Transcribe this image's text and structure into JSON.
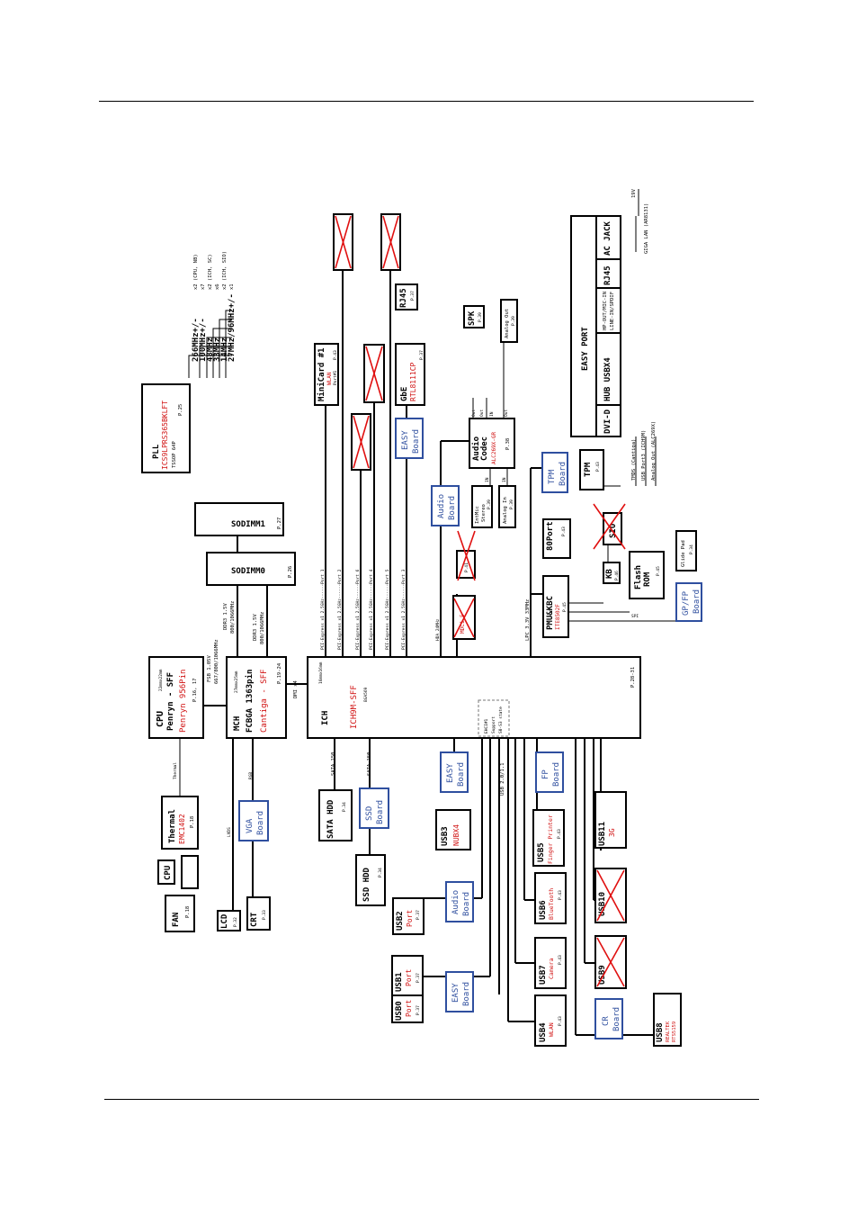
{
  "boxes": {
    "pll": {
      "title": "PLL",
      "part": "ICS9LPRS365BKLFT",
      "pkg": "TSSOP 64P",
      "page": "P.25"
    },
    "pll_clocks": [
      "266MHz+/-",
      "100MHz+/-",
      "48MHz",
      "33MHz",
      "14MHz",
      "27MHz/96MHz+/-"
    ],
    "pll_clock_notes": [
      "x2 (CPU, NB)",
      "x7",
      "x2 (ICH, SC)",
      "x6",
      "x2 (ICH, SIO)",
      "x1"
    ],
    "cpu": {
      "title": "CPU",
      "sub": "Penryn - SFF",
      "size": "22mmx22mm",
      "part": "Penryn 956Pin",
      "page": "P.16, 17"
    },
    "mch": {
      "title": "MCH",
      "size": "27mmx25mm",
      "pkg": "FCBGA 1363pin",
      "part": "Cantiga - SFF",
      "page": "P.19-24"
    },
    "ich": {
      "title": "ICH",
      "size": "16mmx16mm",
      "part": "ICH9M-SFF",
      "pkg": "BGA569",
      "page": "P.28-31"
    },
    "ehci": {
      "title": "EHCI#1",
      "note1": "Support",
      "note2": "S0-S3 state"
    },
    "sodimm1": {
      "title": "SODIMM1",
      "page": "P.27"
    },
    "sodimm0": {
      "title": "SODIMM0",
      "page": "P.26"
    },
    "thermal": {
      "title": "Thermal",
      "part": "EMC1402",
      "page": "P.18"
    },
    "cpu_small": {
      "title": "CPU"
    },
    "fan": {
      "title": "FAN",
      "page": "P.18"
    },
    "lcd": {
      "title": "LCD",
      "page": "P.32"
    },
    "crt": {
      "title": "CRT",
      "page": "P.33"
    },
    "vga_board": {
      "title": "VGA",
      "sub": "Board"
    },
    "sata_hdd": {
      "title": "SATA HDD",
      "page": "P.34"
    },
    "ssd_board": {
      "title": "SSD",
      "sub": "Board"
    },
    "ssd_hdd": {
      "title": "SSD HDD",
      "page": "P.34"
    },
    "easy_board_1": {
      "title": "EASY",
      "sub": "Board"
    },
    "usb3": {
      "title": "USB3",
      "part": "NUBX4"
    },
    "fp_board": {
      "title": "FP",
      "sub": "Board"
    },
    "usb5": {
      "title": "USB5",
      "part": "Finger Printer",
      "page": "P.43"
    },
    "usb11": {
      "title": "USB11",
      "part": "3G"
    },
    "usb2": {
      "title": "USB2",
      "part": "Port",
      "page": "P.37"
    },
    "audio_board_2": {
      "title": "Audio",
      "sub": "Board"
    },
    "usb6": {
      "title": "USB6",
      "part": "BlueTooth",
      "page": "P.43"
    },
    "usb10": {
      "title": "USB10"
    },
    "usb1": {
      "title": "USB1",
      "part": "Port",
      "page": "P.37"
    },
    "usb0": {
      "title": "USB0",
      "part": "Port",
      "page": "P.37"
    },
    "easy_board_2": {
      "title": "EASY",
      "sub": "Board"
    },
    "usb7": {
      "title": "USB7",
      "part": "Camera",
      "page": "P.43"
    },
    "usb9": {
      "title": "USB9"
    },
    "usb4": {
      "title": "USB4",
      "part": "WLAN",
      "page": "P.43"
    },
    "cr_board": {
      "title": "CR",
      "sub": "Board"
    },
    "usb8": {
      "title": "USB8",
      "part1": "REALTEK",
      "part2": "RTS5159"
    },
    "minicard": {
      "title": "MiniCard #1",
      "part": "WLAN",
      "sub": "Port#1",
      "page": "P.43"
    },
    "gbe": {
      "title": "GbE",
      "part": "RTL8111CP",
      "page": "P.37"
    },
    "rj45": {
      "title": "RJ45",
      "page": "P.37"
    },
    "easy_board_3": {
      "title": "EASY",
      "sub": "Board"
    },
    "audio_codec": {
      "title": "Audio",
      "sub": "Codec",
      "part": "ALC269X-GR",
      "page": "P.38"
    },
    "audio_board_1": {
      "title": "Audio",
      "sub": "Board"
    },
    "spk": {
      "title": "SPK",
      "page": "P.39"
    },
    "analog_out": {
      "title": "Analog Out",
      "page": "P.39"
    },
    "intmic": {
      "title": "IntMic",
      "sub": "Stereo",
      "page": "P.39"
    },
    "analog_in": {
      "title": "Analog In",
      "page": "P.39"
    },
    "codec_port_labels": [
      "Out",
      "Out",
      "IN",
      "Out",
      "IN",
      "IN"
    ],
    "tpm_board": {
      "title": "TPM",
      "sub": "Board"
    },
    "tpm": {
      "title": "TPM",
      "page": "P.43"
    },
    "port80": {
      "title": "80Port",
      "page": "P.43"
    },
    "sio": {
      "title": "SIO"
    },
    "pmu": {
      "title": "PMU&KBC",
      "part": "ITE8502F",
      "page": "P.45"
    },
    "kb": {
      "title": "KB",
      "page": "P.46"
    },
    "flash": {
      "title": "Flash",
      "sub": "ROM",
      "page": "P.45"
    },
    "gpfp_board": {
      "title": "GP/FP",
      "sub": "Board"
    },
    "glide_pad": {
      "title": "Glide Pad",
      "page": "P.34"
    },
    "mdc": {
      "title": "MDC1.5"
    },
    "mini_crossed": {
      "title": "P.41"
    },
    "easy_port": {
      "title": "EASY PORT",
      "dvi": "DVI-D",
      "hub": "HUB USBX4",
      "hp": "HP-OUT/MIC-IN",
      "line": "LINE-IN/SPDIF",
      "rj45": "RJ45",
      "ac": "AC JACK"
    },
    "easy_port_notes": [
      "TMDS (Cantiga)",
      "USB Port3 (ICH9M)",
      "Analog Out (ALC269X)",
      "GIGA LAN (AR8131)",
      "19V"
    ]
  },
  "buses": {
    "fsb": "FSB 1.05V",
    "fsb_speed": "667/800/1066MHz",
    "ddr3_a": "DDR3 1.5V",
    "ddr3_a_speed": "800/1066MHz",
    "ddr3_b": "DDR3 1.5V",
    "ddr3_b_speed": "800/1066MHz",
    "dmi": "DMI x4",
    "thermal": "Thermal",
    "lvds": "LVDS",
    "rgb": "RGB",
    "sata_1": "SATA 150",
    "sata_2": "SATA 150",
    "usb_2": "USB 2.0/1.1",
    "hda": "HDA 24MHz",
    "lpc": "LPC 3.3V 33MHz",
    "spi": "SPI",
    "pcie": [
      "PCI-Express x1 2.5GHz------Port 1",
      "PCI-Express x1 2.5GHz------Port 2",
      "PCI-Express x1 2.5GHz------Port 6",
      "PCI-Express x1 2.5GHz------Port 4",
      "PCI-Express x1 2.5GHz------Port 5",
      "PCI-Express x1 2.5GHz------Port 3"
    ]
  }
}
